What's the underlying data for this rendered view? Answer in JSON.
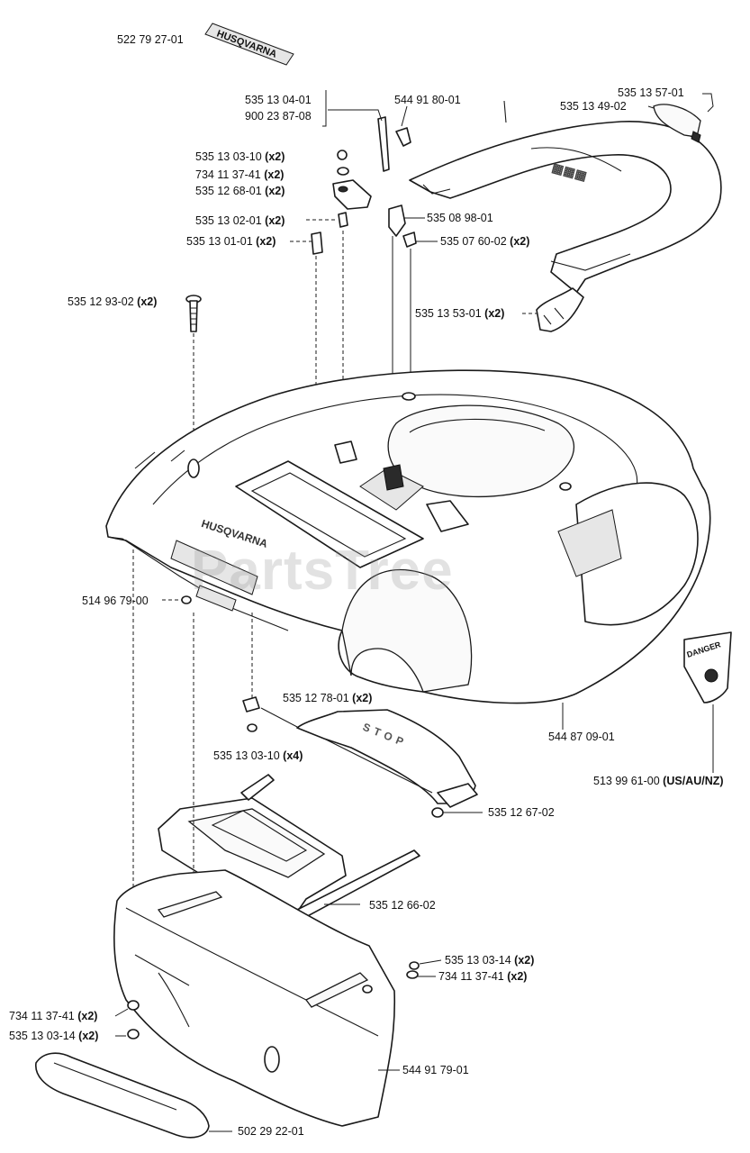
{
  "watermark": "PartsTree",
  "colors": {
    "line": "#1a1a1a",
    "background": "#ffffff",
    "watermark": "#969696"
  },
  "callouts": [
    {
      "id": "c1",
      "part": "522 79 27-01",
      "qty": ""
    },
    {
      "id": "c2",
      "part": "535 13 04-01",
      "qty": ""
    },
    {
      "id": "c3",
      "part": "900 23 87-08",
      "qty": ""
    },
    {
      "id": "c4",
      "part": "544 91 80-01",
      "qty": ""
    },
    {
      "id": "c5",
      "part": "535 13 57-01",
      "qty": ""
    },
    {
      "id": "c6",
      "part": "535 13 49-02",
      "qty": ""
    },
    {
      "id": "c7",
      "part": "535 13 03-10",
      "qty": "(x2)"
    },
    {
      "id": "c8",
      "part": "734 11 37-41",
      "qty": "(x2)"
    },
    {
      "id": "c9",
      "part": "535 12 68-01",
      "qty": "(x2)"
    },
    {
      "id": "c10",
      "part": "535 13 02-01",
      "qty": "(x2)"
    },
    {
      "id": "c11",
      "part": "535 08 98-01",
      "qty": ""
    },
    {
      "id": "c12",
      "part": "535 13 01-01",
      "qty": "(x2)"
    },
    {
      "id": "c13",
      "part": "535 07 60-02",
      "qty": "(x2)"
    },
    {
      "id": "c14",
      "part": "535 12 93-02",
      "qty": "(x2)"
    },
    {
      "id": "c15",
      "part": "535 13 53-01",
      "qty": "(x2)"
    },
    {
      "id": "c16",
      "part": "514 96 79-00",
      "qty": ""
    },
    {
      "id": "c17",
      "part": "535 12 78-01",
      "qty": "(x2)"
    },
    {
      "id": "c18",
      "part": "544 87 09-01",
      "qty": ""
    },
    {
      "id": "c19",
      "part": "535 13 03-10",
      "qty": "(x4)"
    },
    {
      "id": "c20",
      "part": "513 99 61-00",
      "qty": "(US/AU/NZ)"
    },
    {
      "id": "c21",
      "part": "535 12 67-02",
      "qty": ""
    },
    {
      "id": "c22",
      "part": "535 12 66-02",
      "qty": ""
    },
    {
      "id": "c23",
      "part": "535 13 03-14",
      "qty": "(x2)"
    },
    {
      "id": "c24",
      "part": "734 11 37-41",
      "qty": "(x2)"
    },
    {
      "id": "c25",
      "part": "734 11 37-41",
      "qty": "(x2)"
    },
    {
      "id": "c26",
      "part": "535 13 03-14",
      "qty": "(x2)"
    },
    {
      "id": "c27",
      "part": "544 91 79-01",
      "qty": ""
    },
    {
      "id": "c28",
      "part": "502 29 22-01",
      "qty": ""
    }
  ],
  "decals": {
    "brand": "HUSQVARNA",
    "danger": "DANGER",
    "stop": "STOP"
  }
}
